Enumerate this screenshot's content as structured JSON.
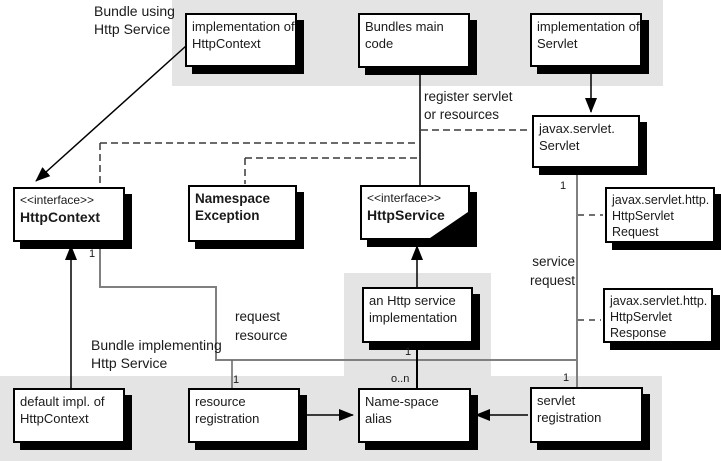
{
  "colors": {
    "highlight_band": "#e4e4e4",
    "association_line": "#808080",
    "dependency_line": "#3a3a3a",
    "box_border": "#000000",
    "box_shadow": "#000000"
  },
  "boxes": {
    "impl_httpcontext": {
      "lines": [
        "implementation of",
        "HttpContext"
      ]
    },
    "bundles_main_code": {
      "lines": [
        "Bundles main",
        "code"
      ]
    },
    "impl_servlet": {
      "lines": [
        "implementation of",
        "Servlet"
      ]
    },
    "javax_servlet": {
      "lines": [
        "javax.servlet.",
        "Servlet"
      ]
    },
    "httpcontext": {
      "stereotype": "<<interface>>",
      "name": "HttpContext"
    },
    "namespace_exception": {
      "lines": [
        "Namespace",
        "Exception"
      ]
    },
    "httpservice": {
      "stereotype": "<<interface>>",
      "name": "HttpService"
    },
    "httpservlet_request": {
      "lines": [
        "javax.servlet.http.",
        "HttpServlet",
        "Request"
      ]
    },
    "httpservlet_response": {
      "lines": [
        "javax.servlet.http.",
        "HttpServlet",
        "Response"
      ]
    },
    "an_http_service_impl": {
      "lines": [
        "an Http service",
        "implementation"
      ]
    },
    "default_impl_httpcontext": {
      "lines": [
        "default impl. of",
        "HttpContext"
      ]
    },
    "resource_registration": {
      "lines": [
        "resource",
        "registration"
      ]
    },
    "namespace_alias": {
      "lines": [
        "Name-space",
        "alias"
      ]
    },
    "servlet_registration": {
      "lines": [
        "servlet",
        "registration"
      ]
    }
  },
  "annotations": {
    "bundle_using": [
      "Bundle using",
      "Http Service"
    ],
    "register_servlet": [
      "register servlet",
      "or resources"
    ],
    "service_request": [
      "service",
      "request"
    ],
    "request_resource": [
      "request",
      "resource"
    ],
    "bundle_implementing": [
      "Bundle implementing",
      "Http Service"
    ]
  },
  "multiplicities": {
    "httpcontext_assoc": "1",
    "servlet_assoc": "1",
    "http_impl_assoc": "1",
    "resource_reg": "1",
    "alias": "o..n",
    "servlet_reg": "1"
  }
}
